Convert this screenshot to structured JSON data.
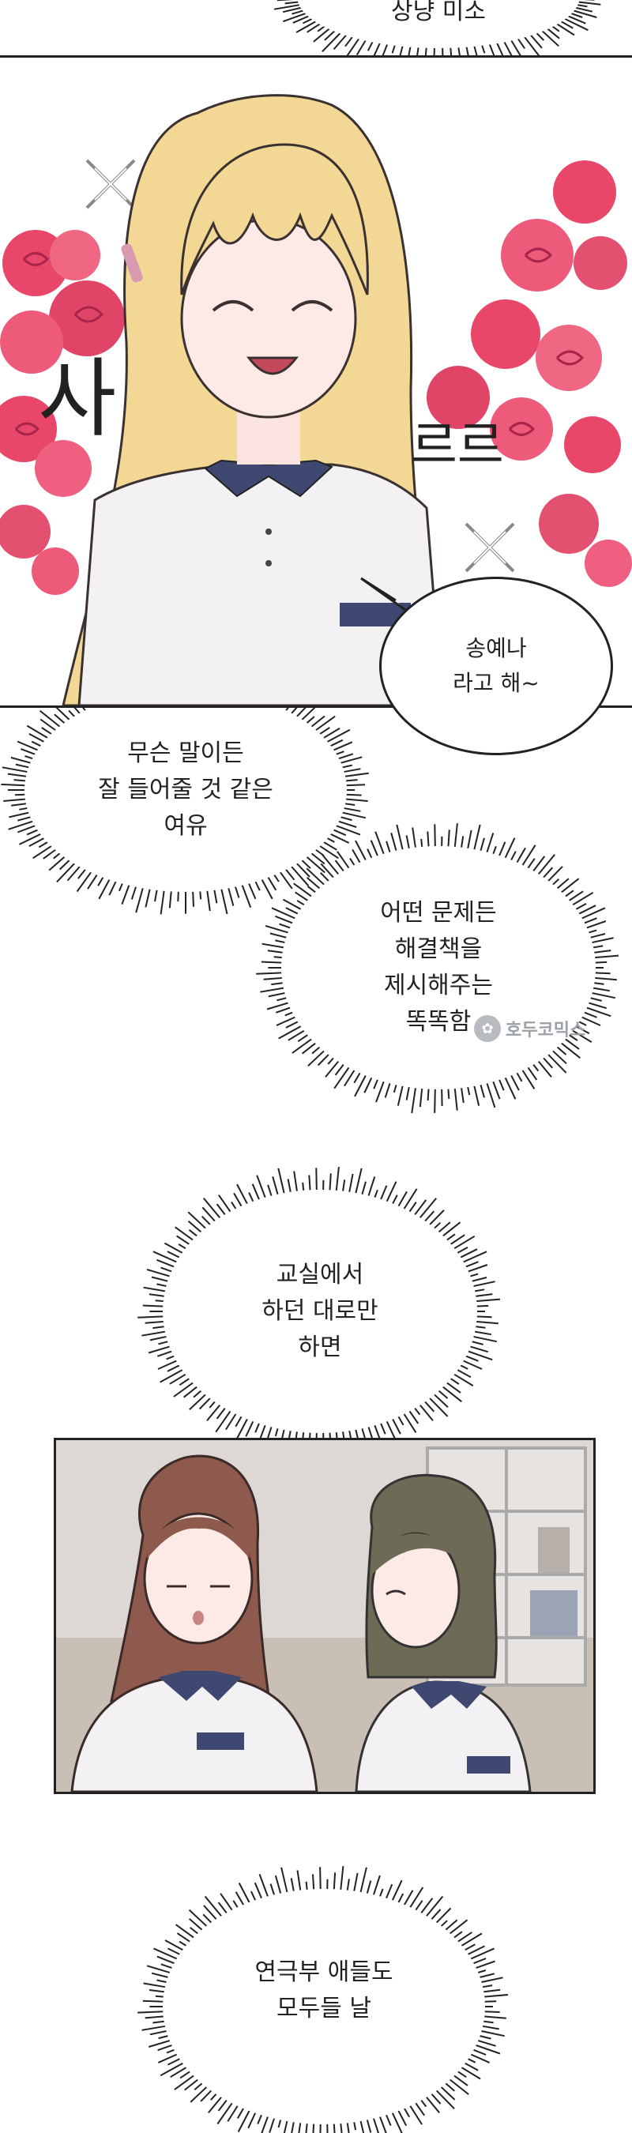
{
  "bubbles": {
    "top_partial": "상냥 미소",
    "speech": [
      "송예나",
      "라고 해~"
    ],
    "b1": [
      "무슨 말이든",
      "잘 들어줄 것 같은",
      "여유"
    ],
    "b2": [
      "어떤 문제든",
      "해결책을",
      "제시해주는",
      "똑똑함"
    ],
    "b3": [
      "교실에서",
      "하던 대로만",
      "하면"
    ],
    "b4": [
      "연극부 애들도",
      "모두들 날"
    ]
  },
  "sfx": {
    "left": "사",
    "right": "르르"
  },
  "watermark": "호두코믹스",
  "colors": {
    "ink": "#222222",
    "hair_blonde": "#f2d894",
    "rose": "#e8476a",
    "uniform_collar": "#3f4870",
    "uniform_shirt": "#f4f1f4"
  }
}
